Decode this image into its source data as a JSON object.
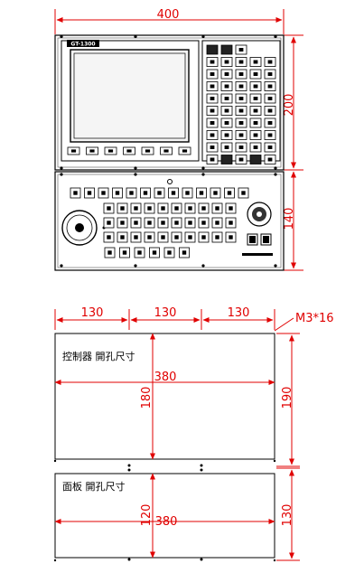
{
  "top_drawing": {
    "brand": "GT-1300",
    "width_dim": "400",
    "upper_height_dim": "200",
    "lower_height_dim": "140"
  },
  "cutout_section": {
    "seg_1": "130",
    "seg_2": "130",
    "seg_3": "130",
    "screw_note": "M3*16",
    "controller": {
      "label": "控制器 開孔尺寸",
      "width": "380",
      "inner_height": "180",
      "outer_height": "190"
    },
    "panel": {
      "label": "面板 開孔尺寸",
      "width": "380",
      "inner_height": "120",
      "outer_height": "130"
    }
  }
}
